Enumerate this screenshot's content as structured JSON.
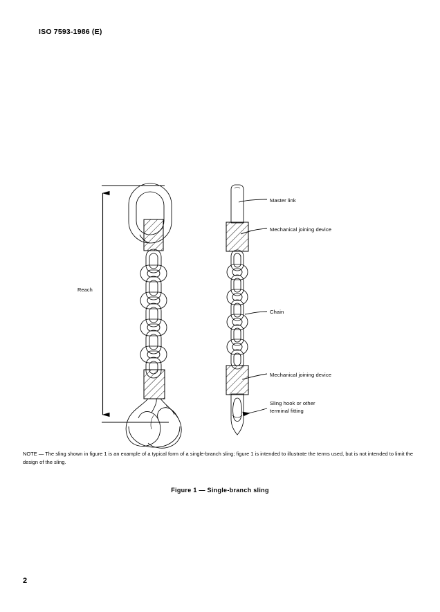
{
  "document": {
    "header": "ISO 7593-1986 (E)",
    "page_number": "2"
  },
  "figure": {
    "caption": "Figure 1  —  Single-branch sling",
    "dimension_label": "Reach",
    "callouts": [
      {
        "id": "master-link",
        "label": "Master link"
      },
      {
        "id": "mechanical-joining-device-upper",
        "label": "Mechanical joining device"
      },
      {
        "id": "chain",
        "label": "Chain"
      },
      {
        "id": "mechanical-joining-device-lower",
        "label": "Mechanical joining device"
      },
      {
        "id": "sling-hook",
        "label": "Sling hook or other\nterminal fitting"
      }
    ]
  },
  "note": {
    "label": "NOTE — ",
    "text": "The sling shown in figure 1 is an example of a typical form of a single-branch sling; figure 1 is intended to illustrate the terms used, but is not intended to limit the design of the sling."
  },
  "colors": {
    "ink": "#000000",
    "paper": "#ffffff"
  }
}
